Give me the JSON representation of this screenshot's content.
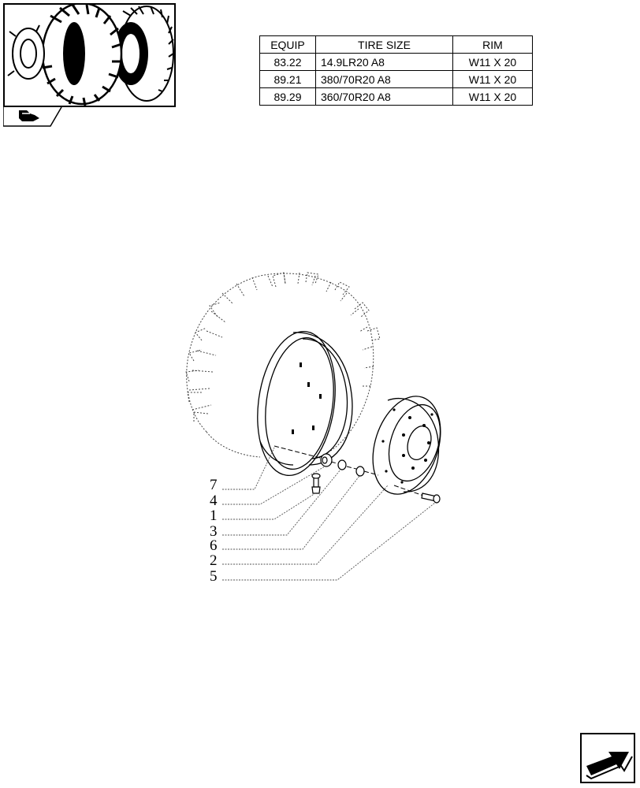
{
  "table": {
    "headers": [
      "EQUIP",
      "TIRE SIZE",
      "RIM"
    ],
    "rows": [
      [
        "83.22",
        "14.9LR20 A8",
        "W11 X 20"
      ],
      [
        "89.21",
        "380/70R20 A8",
        "W11 X 20"
      ],
      [
        "89.29",
        "360/70R20 A8",
        "W11 X 20"
      ]
    ]
  },
  "callouts": [
    "7",
    "4",
    "1",
    "3",
    "6",
    "2",
    "5"
  ],
  "icons": {
    "thumbnail": "tire-thumbnail-icon",
    "thumbnail_tab": "book-pointer-icon",
    "nav": "next-page-arrow-icon"
  }
}
